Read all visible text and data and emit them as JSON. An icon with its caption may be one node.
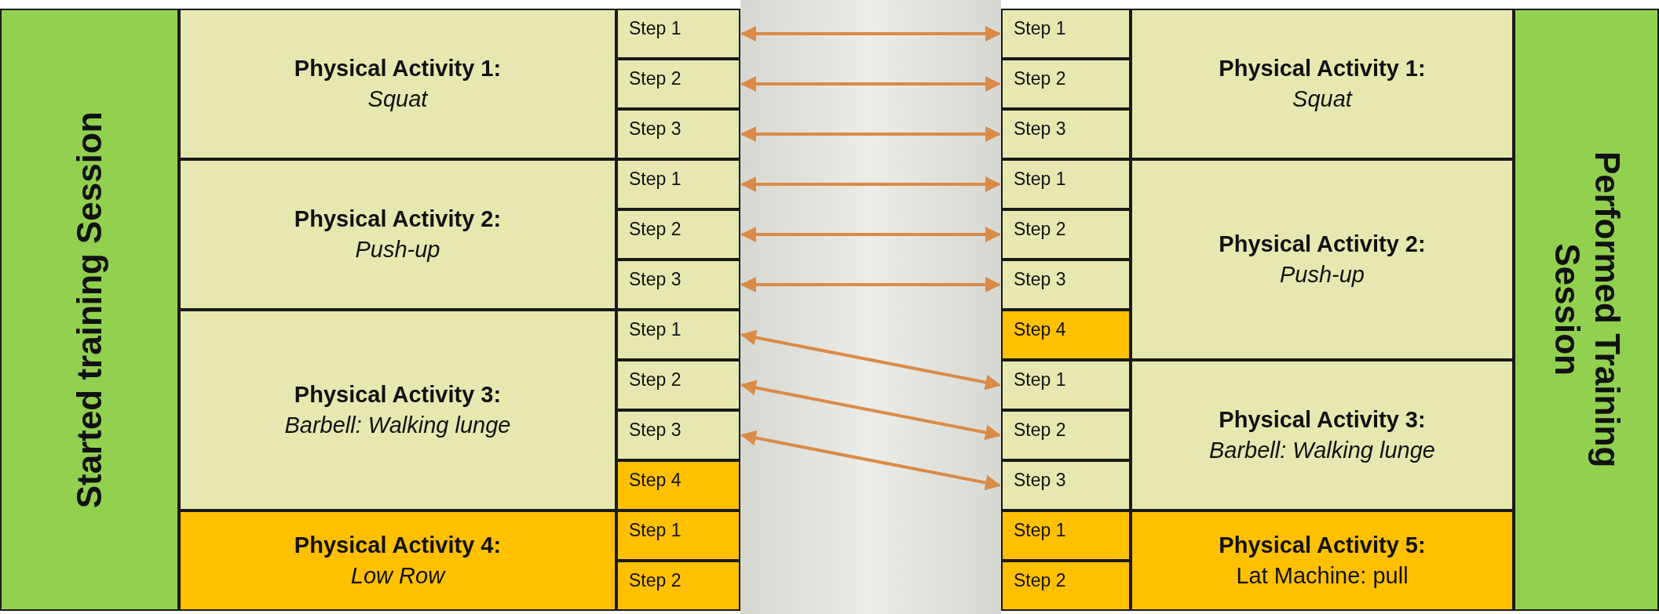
{
  "diagram": {
    "nodes": [
      {
        "text": [
          "Started training Session"
        ]
      },
      {
        "text": [
          "Physical Activity 1:",
          "Squat"
        ]
      },
      {
        "text": [
          "Step 1"
        ]
      },
      {
        "text": [
          "Step 2"
        ]
      },
      {
        "text": [
          "Step 3"
        ]
      },
      {
        "text": [
          "Physical Activity 2:",
          "Push-up"
        ]
      },
      {
        "text": [
          "Step 1"
        ]
      },
      {
        "text": [
          "Step 2"
        ]
      },
      {
        "text": [
          "Step 3"
        ]
      },
      {
        "text": [
          "Physical Activity 3:",
          "Barbell: Walking lunge"
        ]
      },
      {
        "text": [
          "Step 1"
        ]
      },
      {
        "text": [
          "Step 2"
        ]
      },
      {
        "text": [
          "Step 3"
        ]
      },
      {
        "text": [
          "Step 4"
        ]
      },
      {
        "text": [
          "Physical Activity 4:",
          "Low Row"
        ]
      },
      {
        "text": [
          "Step 1"
        ]
      },
      {
        "text": [
          "Step 2"
        ]
      },
      {
        "text": [
          "Performed Training Session"
        ]
      },
      {
        "text": [
          "Physical Activity 1:",
          "Squat"
        ]
      },
      {
        "text": [
          "Step 1"
        ]
      },
      {
        "text": [
          "Step 2"
        ]
      },
      {
        "text": [
          "Step 3"
        ]
      },
      {
        "text": [
          "Physical Activity 2:",
          "Push-up"
        ]
      },
      {
        "text": [
          "Step 1"
        ]
      },
      {
        "text": [
          "Step 2"
        ]
      },
      {
        "text": [
          "Step 3"
        ]
      },
      {
        "text": [
          "Step 4"
        ]
      },
      {
        "text": [
          "Physical Activity 3:",
          "Barbell: Walking lunge"
        ]
      },
      {
        "text": [
          "Step 1"
        ]
      },
      {
        "text": [
          "Step 2"
        ]
      },
      {
        "text": [
          "Step 3"
        ]
      },
      {
        "text": [
          "Physical Activity 5:",
          "Lat Machine: pull"
        ]
      },
      {
        "text": [
          "Step 1"
        ]
      },
      {
        "text": [
          "Step 2"
        ]
      }
    ],
    "edges": [
      {
        "from": 2,
        "to": 19,
        "arrow": "both"
      },
      {
        "from": 3,
        "to": 20,
        "arrow": "both"
      },
      {
        "from": 4,
        "to": 21,
        "arrow": "both"
      },
      {
        "from": 6,
        "to": 23,
        "arrow": "both"
      },
      {
        "from": 7,
        "to": 24,
        "arrow": "both"
      },
      {
        "from": 8,
        "to": 25,
        "arrow": "both"
      },
      {
        "from": 10,
        "to": 28,
        "arrow": "both"
      },
      {
        "from": 11,
        "to": 29,
        "arrow": "both"
      },
      {
        "from": 12,
        "to": 30,
        "arrow": "both"
      }
    ]
  }
}
